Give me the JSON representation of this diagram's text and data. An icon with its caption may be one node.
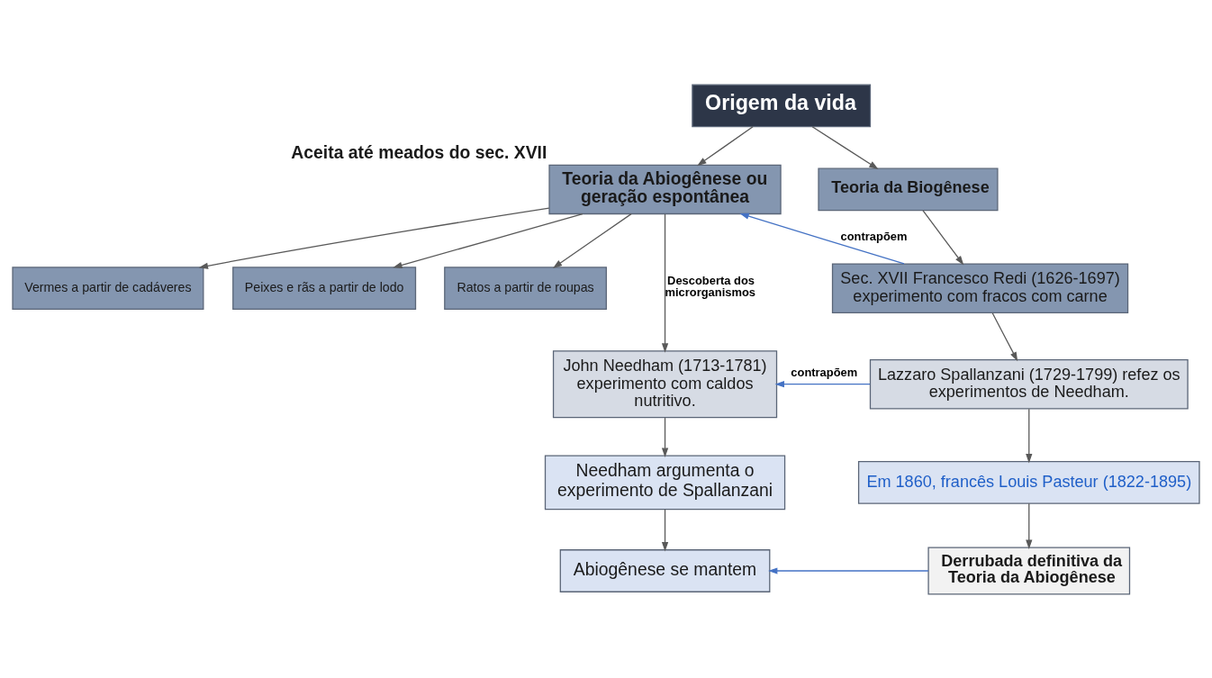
{
  "diagram": {
    "nodes": [
      {
        "text": [
          "Origem da vida"
        ]
      },
      {
        "text": [
          "Teoria da Abiogênese ou geração espontânea"
        ],
        "beside": [
          "Aceita até meados do sec. XVII"
        ]
      },
      {
        "text": [
          "Vermes a partir de cadáveres"
        ]
      },
      {
        "text": [
          "Peixes e rãs a partir de lodo"
        ]
      },
      {
        "text": [
          "Ratos a partir de roupas"
        ]
      },
      {
        "text": [
          "Teoria da Biogênese"
        ]
      },
      {
        "text": [
          "Sec. XVII Francesco Redi (1626-1697) experimento com fracos com carne"
        ]
      },
      {
        "text": [
          "John Needham (1713-1781) experimento com caldos nutritivo."
        ]
      },
      {
        "text": [
          "Lazzaro Spallanzani (1729-1799) refez os experimentos de Needham."
        ]
      },
      {
        "text": [
          "Needham argumenta o experimento de Spallanzani"
        ]
      },
      {
        "text": [
          "Em 1860, francês Louis Pasteur (1822-1895)"
        ]
      },
      {
        "text": [
          "Abiogênese se mantem"
        ]
      },
      {
        "text": [
          "Derrubada definitiva da Teoria da Abiogênese"
        ]
      }
    ],
    "edges": [
      {
        "from": 0,
        "to": 1,
        "arrow": "to"
      },
      {
        "from": 0,
        "to": 5,
        "arrow": "to"
      },
      {
        "from": 1,
        "to": 2,
        "arrow": "to"
      },
      {
        "from": 1,
        "to": 3,
        "arrow": "to"
      },
      {
        "from": 1,
        "to": 4,
        "arrow": "to"
      },
      {
        "from": 5,
        "to": 6,
        "arrow": "to"
      },
      {
        "from": 6,
        "to": 1,
        "arrow": "to",
        "label": "contrapõem",
        "color": "#4472c4"
      },
      {
        "from": 1,
        "to": 7,
        "arrow": "to",
        "label": "Descoberta dos microrganismos"
      },
      {
        "from": 6,
        "to": 8,
        "arrow": "to"
      },
      {
        "from": 8,
        "to": 7,
        "arrow": "to",
        "label": "contrapõem",
        "color": "#4472c4"
      },
      {
        "from": 7,
        "to": 9,
        "arrow": "to"
      },
      {
        "from": 8,
        "to": 10,
        "arrow": "to"
      },
      {
        "from": 9,
        "to": 11,
        "arrow": "to"
      },
      {
        "from": 10,
        "to": 12,
        "arrow": "to"
      },
      {
        "from": 12,
        "to": 11,
        "arrow": "to",
        "color": "#4472c4"
      }
    ]
  }
}
